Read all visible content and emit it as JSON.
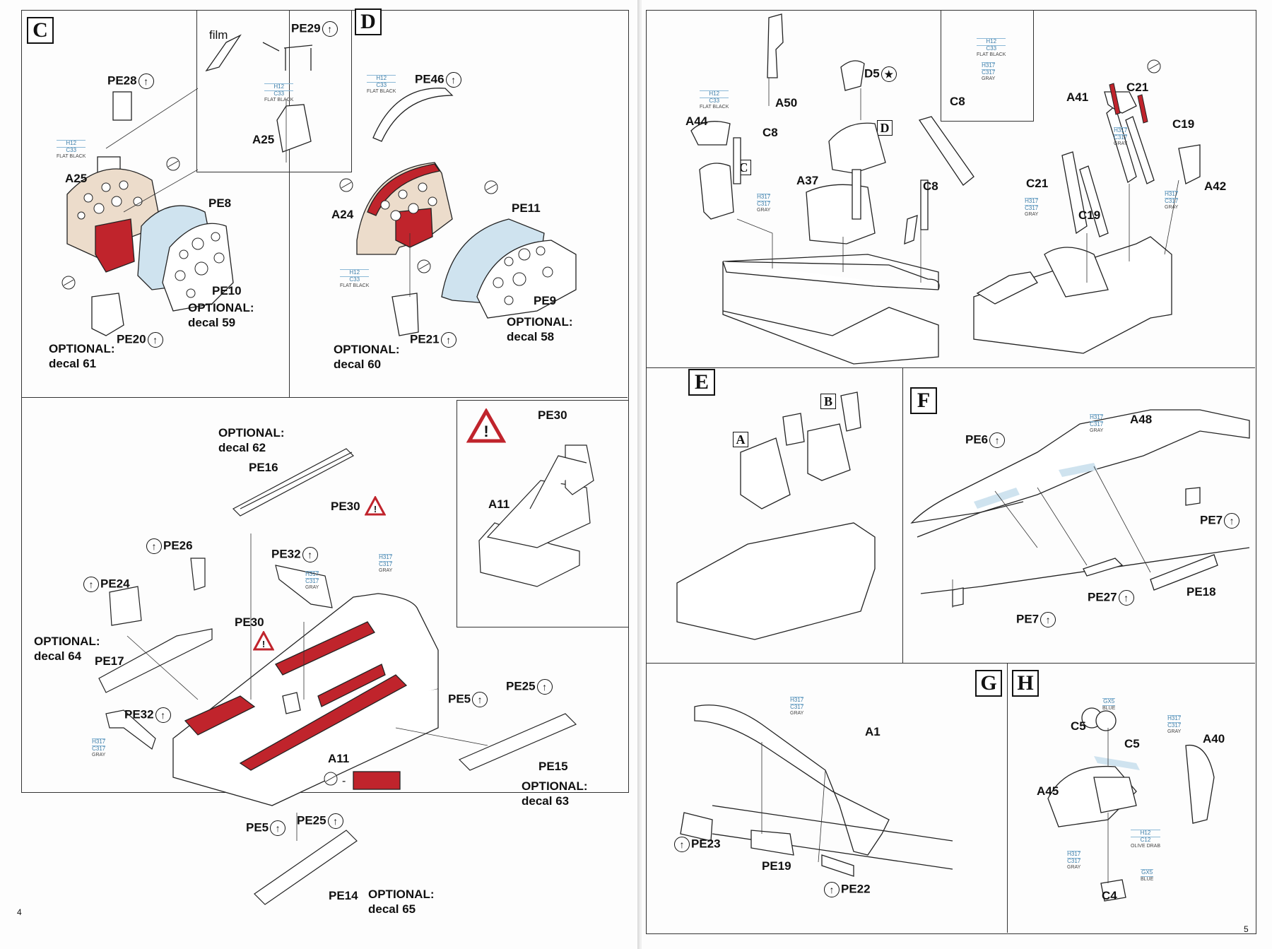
{
  "pages": [
    {
      "number": "4",
      "steps": [
        {
          "letter": "C",
          "labels": [
            "film",
            "PE29",
            "PE28",
            "A25",
            "A25",
            "PE8",
            "PE10",
            "OPTIONAL:",
            "decal 59",
            "PE20",
            "OPTIONAL:",
            "decal 61"
          ],
          "paints": [
            {
              "code": "H12",
              "sub": "C33",
              "name": "FLAT BLACK"
            },
            {
              "code": "H12",
              "sub": "C33",
              "name": "FLAT BLACK"
            }
          ]
        },
        {
          "letter": "D",
          "labels": [
            "PE46",
            "A24",
            "PE11",
            "PE9",
            "OPTIONAL:",
            "decal 58",
            "PE21",
            "OPTIONAL:",
            "decal 60"
          ],
          "paints": [
            {
              "code": "H12",
              "sub": "C33",
              "name": "FLAT BLACK"
            },
            {
              "code": "H12",
              "sub": "C33",
              "name": "FLAT BLACK"
            }
          ]
        },
        {
          "letter": "",
          "labels": [
            "OPTIONAL:",
            "decal 62",
            "PE16",
            "PE30",
            "PE26",
            "PE32",
            "PE24",
            "OPTIONAL:",
            "decal 64",
            "PE17",
            "PE30",
            "PE32",
            "A11",
            "PE5",
            "PE25",
            "PE15",
            "OPTIONAL:",
            "decal 63",
            "PE5",
            "PE25",
            "PE14",
            "OPTIONAL:",
            "decal 65",
            "PE30",
            "A11"
          ],
          "paints": [
            {
              "code": "H317",
              "sub": "C317",
              "name": "GRAY"
            },
            {
              "code": "H317",
              "sub": "C317",
              "name": "GRAY"
            },
            {
              "code": "H317",
              "sub": "C317",
              "name": "GRAY"
            }
          ]
        }
      ]
    },
    {
      "number": "5",
      "steps": [
        {
          "letter": "D",
          "labels": [
            "C8",
            "D5",
            "A50",
            "A44",
            "C8",
            "C",
            "A37",
            "C8",
            "A41",
            "C21",
            "C19",
            "A42",
            "C21",
            "C19"
          ],
          "paints": [
            {
              "code": "H12",
              "sub": "C33",
              "name": "FLAT BLACK"
            },
            {
              "code": "H317",
              "sub": "C317",
              "name": "GRAY"
            },
            {
              "code": "H12",
              "sub": "C33",
              "name": "FLAT BLACK"
            },
            {
              "code": "H317",
              "sub": "C317",
              "name": "GRAY"
            },
            {
              "code": "H317",
              "sub": "C317",
              "name": "GRAY"
            },
            {
              "code": "H317",
              "sub": "C317",
              "name": "GRAY"
            },
            {
              "code": "H317",
              "sub": "C317",
              "name": "GRAY"
            }
          ]
        },
        {
          "letter": "E",
          "labels": [
            "A",
            "B"
          ],
          "paints": []
        },
        {
          "letter": "F",
          "labels": [
            "A48",
            "PE6",
            "PE7",
            "PE27",
            "PE18",
            "PE7"
          ],
          "paints": [
            {
              "code": "H317",
              "sub": "C317",
              "name": "GRAY"
            }
          ]
        },
        {
          "letter": "G",
          "labels": [
            "A1",
            "PE23",
            "PE19",
            "PE22"
          ],
          "paints": [
            {
              "code": "H317",
              "sub": "C317",
              "name": "GRAY"
            }
          ]
        },
        {
          "letter": "H",
          "labels": [
            "C5",
            "C5",
            "A40",
            "A45",
            "C4"
          ],
          "paints": [
            {
              "code": "GX5",
              "sub": "",
              "name": "BLUE"
            },
            {
              "code": "H317",
              "sub": "C317",
              "name": "GRAY"
            },
            {
              "code": "H12",
              "sub": "C12",
              "name": "OLIVE DRAB"
            },
            {
              "code": "H317",
              "sub": "C317",
              "name": "GRAY"
            },
            {
              "code": "GX5",
              "sub": "",
              "name": "BLUE"
            }
          ]
        }
      ]
    }
  ],
  "colors": {
    "red": "#c0242c",
    "beige": "#ecdccb",
    "light_blue": "#cfe3ef",
    "paint_blue": "#3a7ca8"
  },
  "icons": {
    "arrow_circle": "up-arrow-circle-icon",
    "warning": "warning-triangle-icon",
    "star": "star-circle-icon",
    "cut": "cut-mark-icon"
  }
}
